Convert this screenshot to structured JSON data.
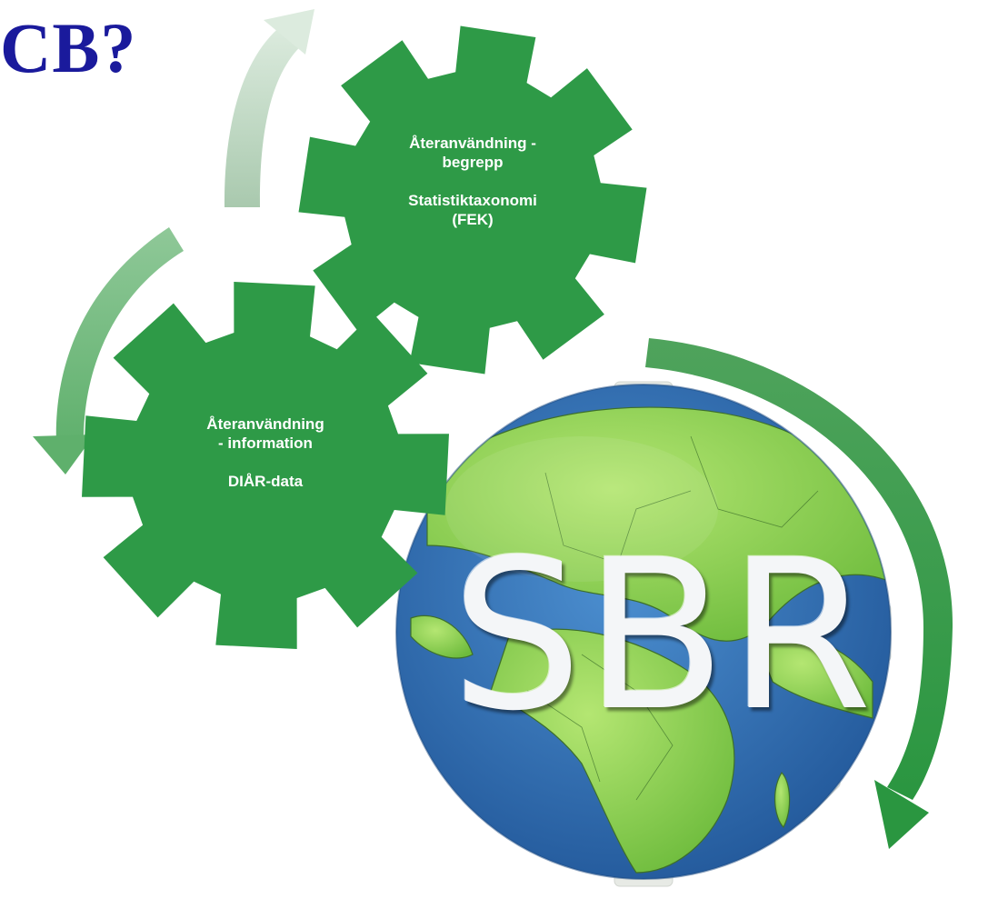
{
  "title": {
    "text": "CB?",
    "color": "#1a1a9c"
  },
  "gears": [
    {
      "name": "reuse-concepts",
      "line1": "Återanvändning -",
      "line2": "begrepp",
      "line3": "Statistiktaxonomi",
      "line4": "(FEK)",
      "color": "#2e9a47"
    },
    {
      "name": "reuse-information",
      "line1": "Återanvändning",
      "line2": "- information",
      "line3": "DIÅR-data",
      "color": "#2e9a47"
    }
  ],
  "globe": {
    "label": "SBR",
    "label_color": "#f4f6f8",
    "land_color": "#8fd24f",
    "ocean_color": "#2f73b8",
    "gear_rim_color": "#e8ebe6"
  },
  "colors": {
    "text_on_gear": "#ffffff",
    "arrow_green": "#3e9d4c",
    "arrow_light": "#b9d6be"
  }
}
